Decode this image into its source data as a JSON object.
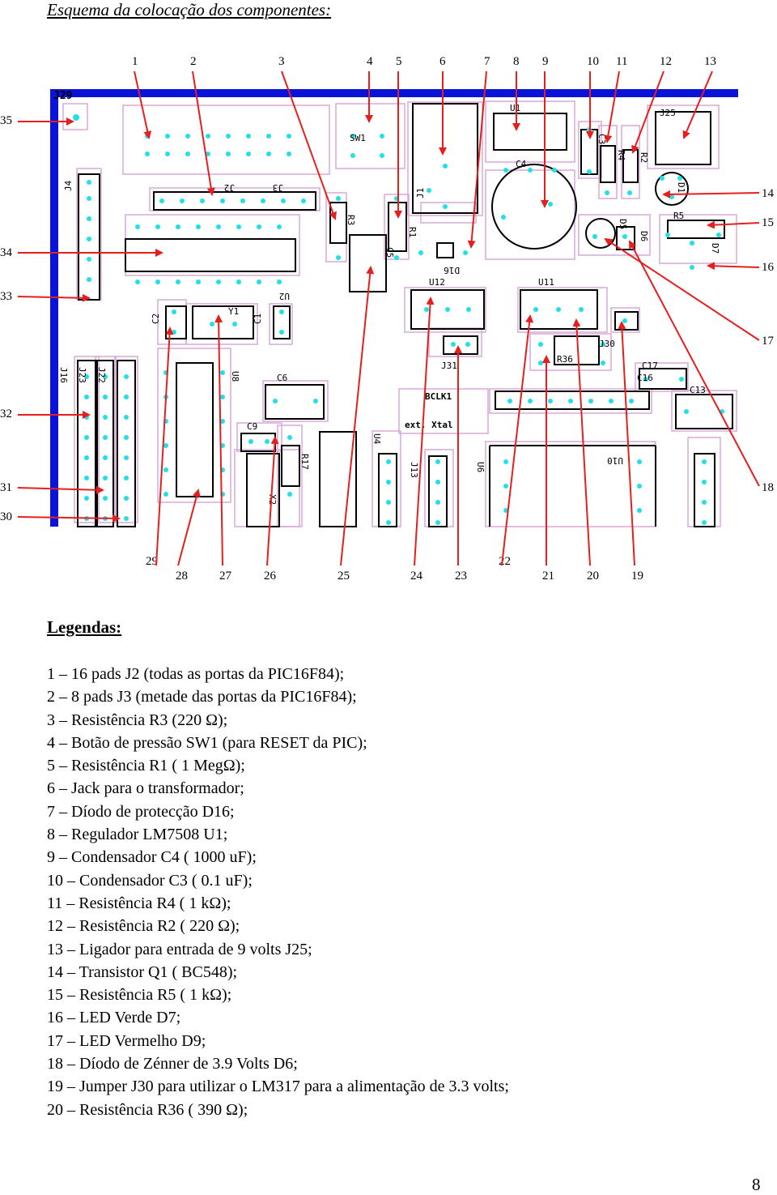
{
  "title": "Esquema da colocação dos componentes:",
  "markers": {
    "top": [
      "1",
      "2",
      "3",
      "4",
      "5",
      "6",
      "7",
      "8",
      "9",
      "10",
      "11",
      "12",
      "13"
    ],
    "right": [
      "14",
      "15",
      "16",
      "17",
      "18"
    ],
    "left": [
      "35",
      "34",
      "33",
      "32",
      "31",
      "30"
    ],
    "bottom": [
      "29",
      "28",
      "27",
      "26",
      "25",
      "24",
      "23",
      "22",
      "21",
      "20",
      "19"
    ]
  },
  "pcb_labels": [
    "J29",
    "J4",
    "J2",
    "J3",
    "SW1",
    "J1",
    "U1",
    "C4",
    "C3",
    "R4",
    "R2",
    "J25",
    "D1",
    "R5",
    "D7",
    "D5",
    "D6",
    "R3",
    "R1",
    "C5",
    "D16",
    "U12",
    "U11",
    "U2",
    "Y1",
    "C2",
    "C1",
    "R36",
    "J30",
    "J31",
    "J16",
    "J23",
    "J22",
    "U8",
    "C6",
    "BCLK1",
    "ext. Xtal",
    "C9",
    "C17",
    "C16",
    "C13",
    "U4",
    "J13",
    "U6",
    "R17",
    "X2",
    "U10"
  ],
  "legend_title": "Legendas:",
  "legend": [
    "1 – 16 pads J2 (todas as portas da PIC16F84);",
    "2 – 8 pads J3 (metade das portas da PIC16F84);",
    "3 – Resistência R3 (220 Ω);",
    "4 – Botão de pressão SW1 (para RESET da PIC);",
    "5 – Resistência R1 ( 1 MegΩ);",
    "6 – Jack para o transformador;",
    "7 – Díodo de protecção D16;",
    "8 – Regulador LM7508 U1;",
    "9 – Condensador C4 ( 1000 uF);",
    "10 – Condensador C3 ( 0.1 uF);",
    "11 – Resistência R4 ( 1 kΩ);",
    "12 – Resistência R2 ( 220 Ω);",
    "13 – Ligador para entrada de 9 volts J25;",
    "14 – Transistor Q1 ( BC548);",
    "15 – Resistência R5 ( 1 kΩ);",
    "16 – LED Verde D7;",
    "17 – LED Vermelho D9;",
    "18 – Díodo de Zénner de 3.9 Volts D6;",
    "19 – Jumper J30 para utilizar o LM317 para a alimentação de 3.3 volts;",
    "20 – Resistência R36 ( 390 Ω);"
  ],
  "page_number": "8",
  "colors": {
    "board_edge": "#0a14d8",
    "outline": "#d8a8d8",
    "pad": "#22e0e8",
    "arrow": "#e61e1e"
  }
}
